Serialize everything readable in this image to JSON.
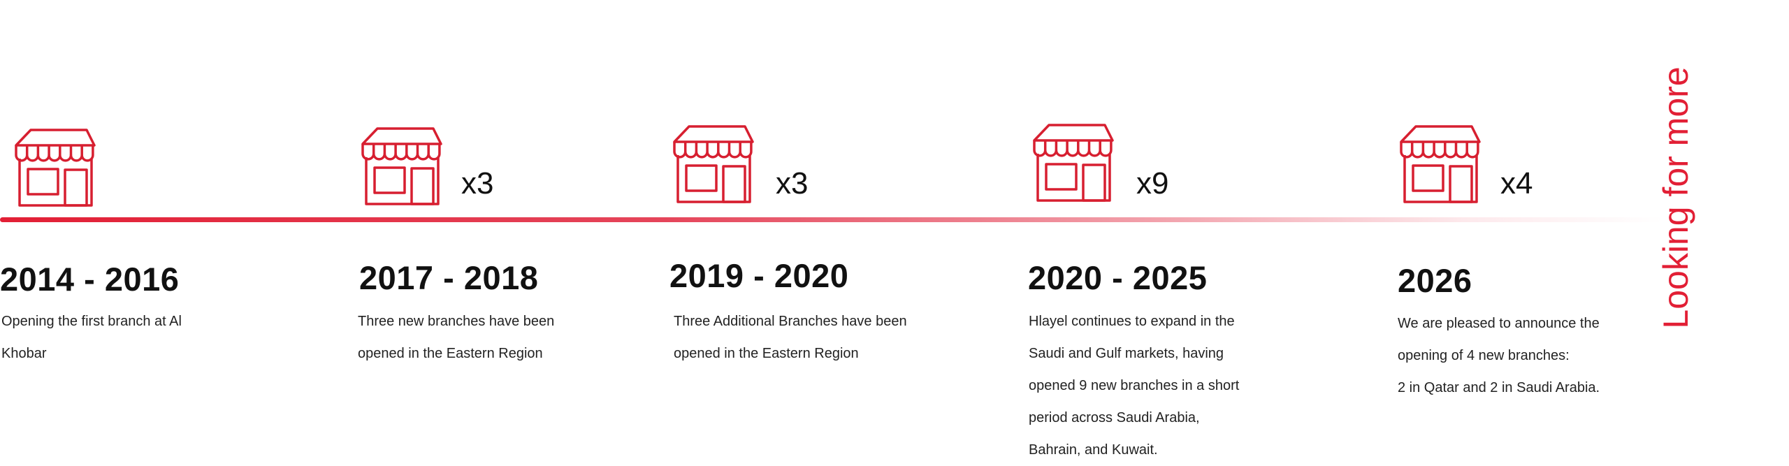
{
  "accent_color": "#e21f35",
  "milestones": [
    {
      "years": "2014 - 2016",
      "multiplier": "",
      "description": "Opening the first branch at Al Khobar"
    },
    {
      "years": "2017 - 2018",
      "multiplier": "x3",
      "description": "Three new branches have been opened in the Eastern Region"
    },
    {
      "years": "2019 - 2020",
      "multiplier": "x3",
      "description": "Three Additional Branches have been opened in the Eastern Region"
    },
    {
      "years": "2020 - 2025",
      "multiplier": "x9",
      "description": "Hlayel continues to expand in the Saudi and Gulf markets, having opened 9 new branches in a short period across Saudi Arabia, Bahrain, and Kuwait."
    },
    {
      "years": "2026",
      "multiplier": "x4",
      "description_lines": [
        "We are pleased to announce the opening of 4 new branches:",
        "2 in Qatar and 2 in Saudi Arabia."
      ]
    }
  ],
  "looking_for_more": "Looking for more"
}
